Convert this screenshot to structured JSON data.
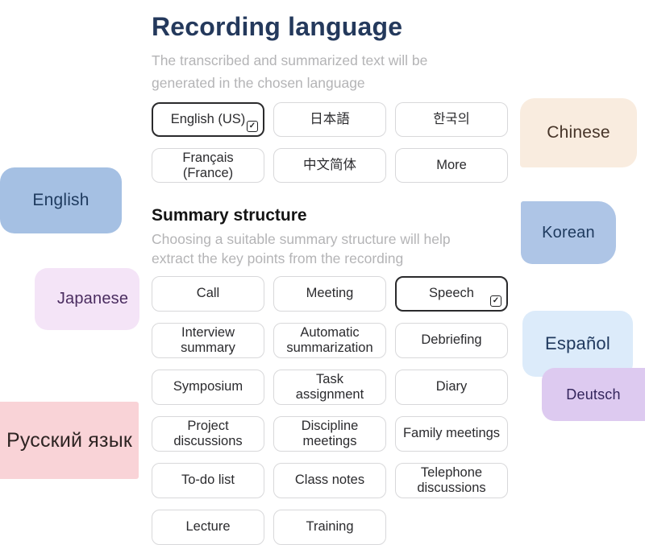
{
  "header": {
    "title": "Recording language",
    "subtitle": "The transcribed and summarized text will be generated in the chosen language"
  },
  "language_options": [
    {
      "label": "English (US)",
      "selected": true
    },
    {
      "label": "日本語",
      "selected": false
    },
    {
      "label": "한국의",
      "selected": false
    },
    {
      "label": "Français (France)",
      "selected": false
    },
    {
      "label": "中文简体",
      "selected": false
    },
    {
      "label": "More",
      "selected": false
    }
  ],
  "summary_section": {
    "title": "Summary structure",
    "subtitle": "Choosing a suitable summary structure will help extract the key points from the recording"
  },
  "summary_options": [
    {
      "label": "Call",
      "selected": false
    },
    {
      "label": "Meeting",
      "selected": false
    },
    {
      "label": "Speech",
      "selected": true
    },
    {
      "label": "Interview summary",
      "selected": false
    },
    {
      "label": "Automatic summarization",
      "selected": false
    },
    {
      "label": "Debriefing",
      "selected": false
    },
    {
      "label": "Symposium",
      "selected": false
    },
    {
      "label": "Task assignment",
      "selected": false
    },
    {
      "label": "Diary",
      "selected": false
    },
    {
      "label": "Project discussions",
      "selected": false
    },
    {
      "label": "Discipline meetings",
      "selected": false
    },
    {
      "label": "Family meetings",
      "selected": false
    },
    {
      "label": "To-do list",
      "selected": false
    },
    {
      "label": "Class notes",
      "selected": false
    },
    {
      "label": "Telephone discussions",
      "selected": false
    },
    {
      "label": "Lecture",
      "selected": false
    },
    {
      "label": "Training",
      "selected": false
    }
  ],
  "floating_labels": [
    {
      "text": "Chinese",
      "bg": "#f9ecdf",
      "fg": "#463428"
    },
    {
      "text": "English",
      "bg": "#a5c0e3",
      "fg": "#1e3a5e"
    },
    {
      "text": "Korean",
      "bg": "#aec5e6",
      "fg": "#1e3a5e"
    },
    {
      "text": "Japanese",
      "bg": "#f4e4f7",
      "fg": "#4a2c60"
    },
    {
      "text": "Español",
      "bg": "#dcebfa",
      "fg": "#20395e"
    },
    {
      "text": "Deutsch",
      "bg": "#ddcaf0",
      "fg": "#33255c"
    },
    {
      "text": "Русский язык",
      "bg": "#f9d3d7",
      "fg": "#2e2423"
    }
  ],
  "icons": {
    "selected_check": "✓"
  },
  "colors": {
    "title": "#24395c",
    "section_heading": "#141414",
    "subtitle_gray": "#b4b4b6",
    "button_border": "#d8d8da",
    "selected_border": "#2a2a2c",
    "button_text": "#2b2b2e"
  }
}
